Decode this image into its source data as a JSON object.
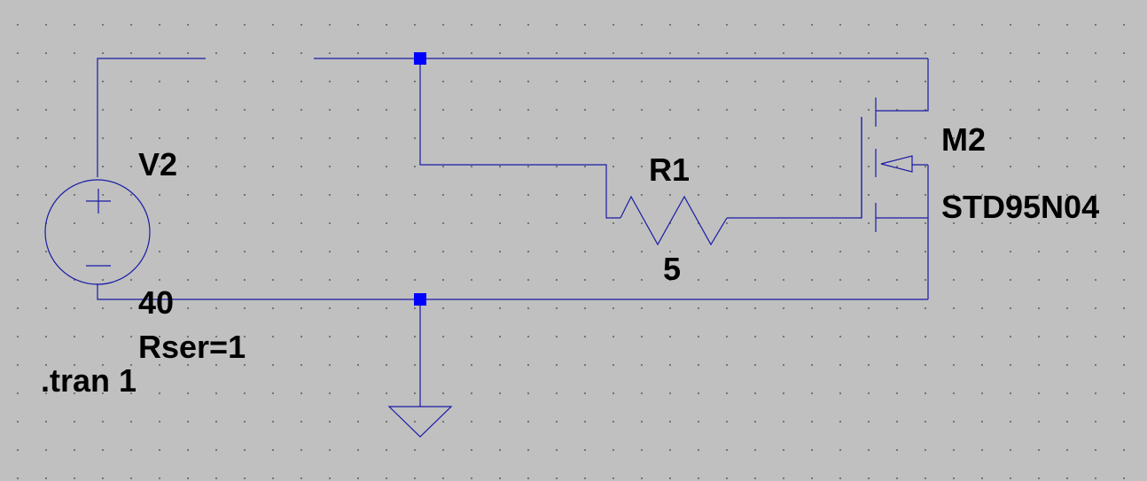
{
  "schematic": {
    "source": {
      "name": "V2",
      "value": "40",
      "rser": "Rser=1"
    },
    "resistor": {
      "name": "R1",
      "value": "5"
    },
    "mosfet": {
      "name": "M2",
      "model": "STD95N04"
    },
    "directive": ".tran 1"
  },
  "colors": {
    "background": "#c0c0c0",
    "wire": "#1a1aa6",
    "junction": "#0000ff",
    "text": "#000000"
  }
}
